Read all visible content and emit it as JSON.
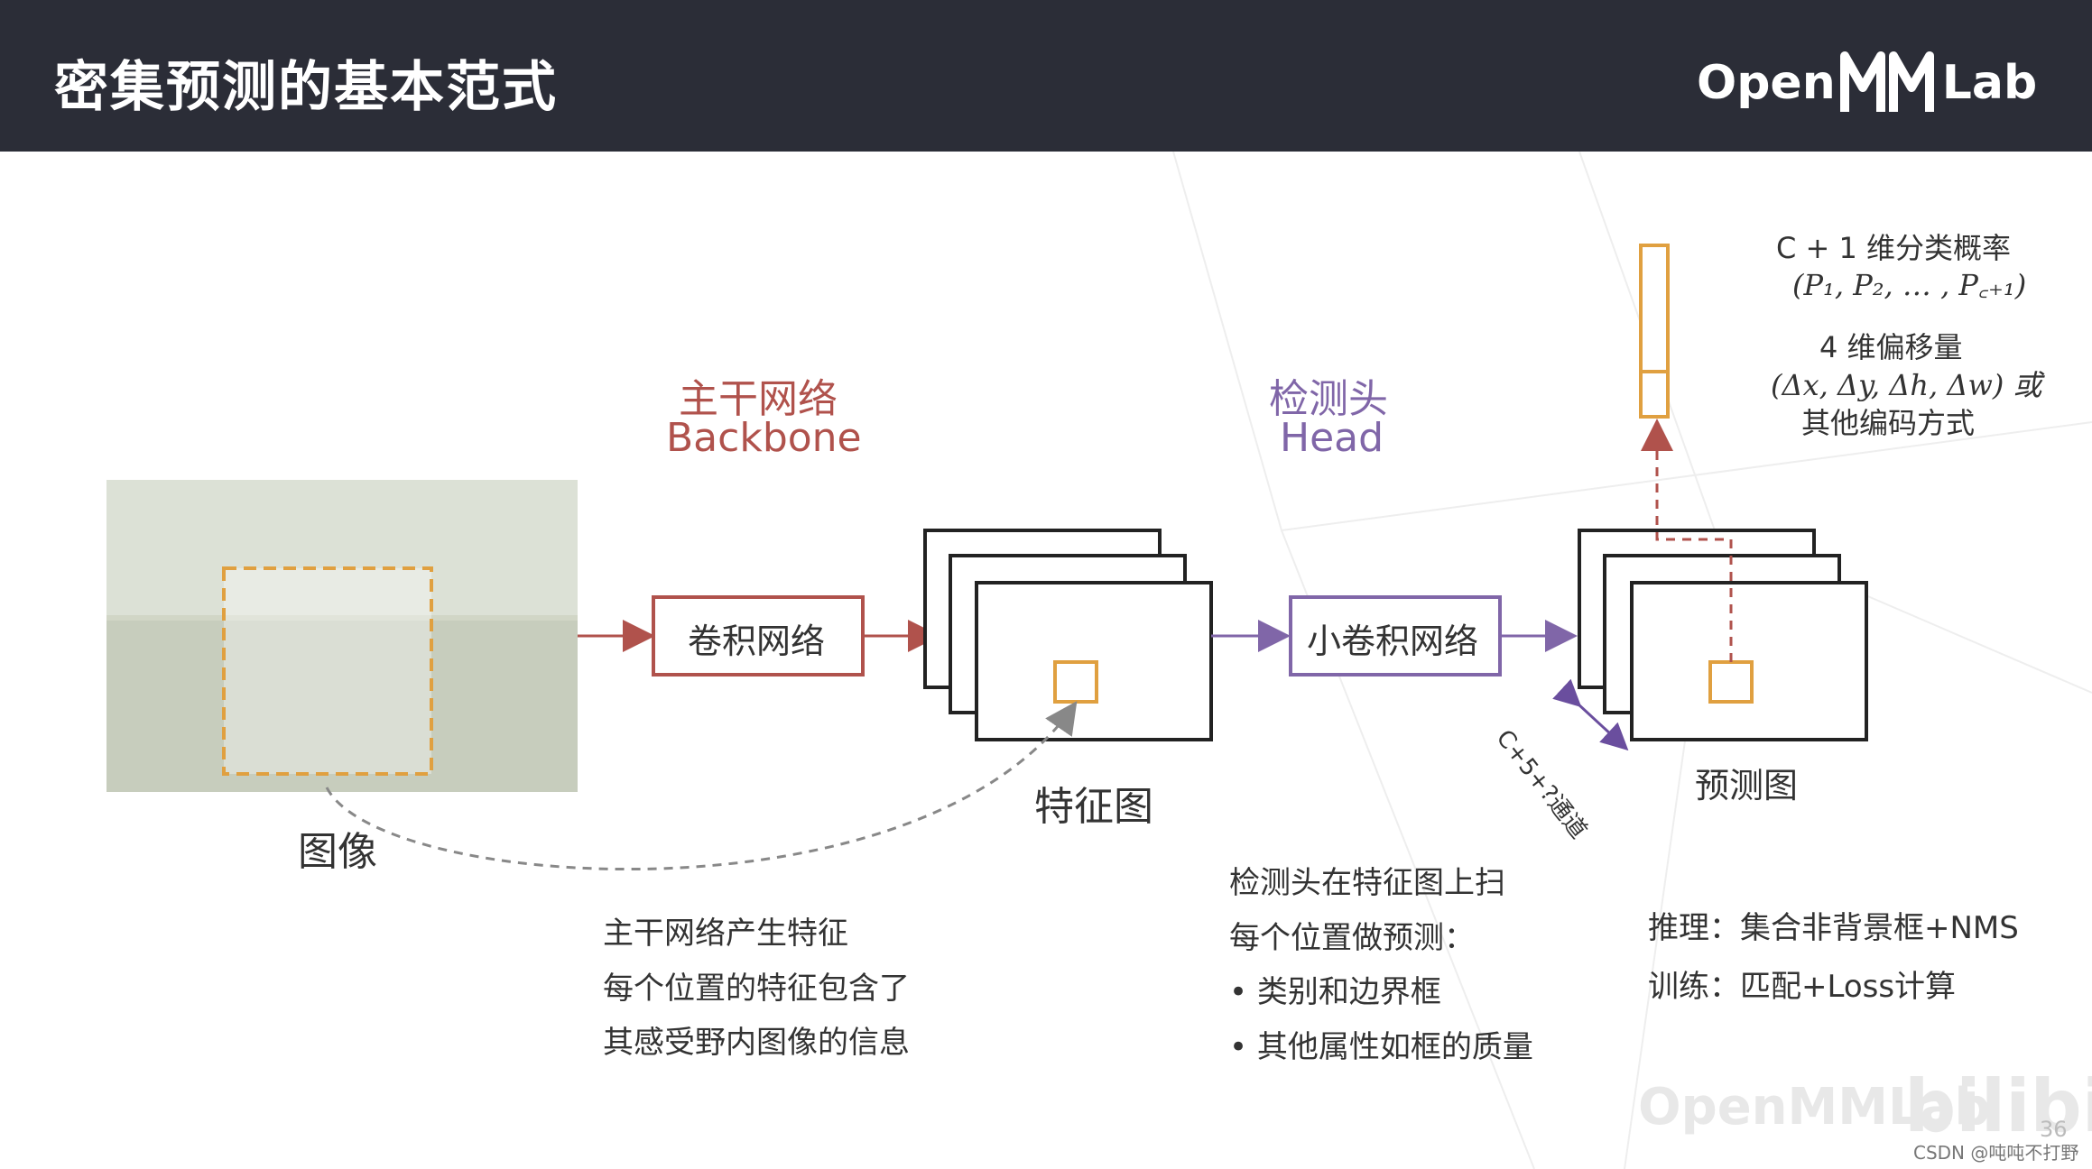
{
  "header": {
    "title": "密集预测的基本范式",
    "logo_left": "Open",
    "logo_right": "Lab"
  },
  "image_block": {
    "label": "图像"
  },
  "backbone": {
    "title_cn": "主干网络",
    "title_en": "Backbone",
    "box_label": "卷积网络"
  },
  "feature_map": {
    "label": "特征图"
  },
  "head": {
    "title_cn": "检测头",
    "title_en": "Head",
    "box_label": "小卷积网络"
  },
  "prediction": {
    "label": "预测图",
    "channel_label": "C+5+?通道"
  },
  "output": {
    "class_line1": "C + 1 维分类概率",
    "class_line2": "(P₁, P₂, … , P꜀₊₁)",
    "offset_line1": "4 维偏移量",
    "offset_line2": "(Δx, Δy, Δh, Δw) 或",
    "offset_line3": "其他编码方式"
  },
  "notes": {
    "backbone_lines": [
      "主干网络产生特征",
      "每个位置的特征包含了",
      "其感受野内图像的信息"
    ],
    "head_lines": [
      "检测头在特征图上扫",
      "每个位置做预测：",
      "•    类别和边界框",
      "•    其他属性如框的质量"
    ],
    "infer_lines": [
      "推理：集合非背景框+NMS",
      "训练：匹配+Loss计算"
    ]
  },
  "footer": {
    "watermark": "OpenMMLab",
    "watermark2": "bilibili",
    "page_number": "36",
    "csdn": "CSDN @吨吨不打野"
  },
  "colors": {
    "header_bg": "#2b2d37",
    "backbone": "#b0524c",
    "head": "#8066a8",
    "highlight": "#e0a040"
  }
}
